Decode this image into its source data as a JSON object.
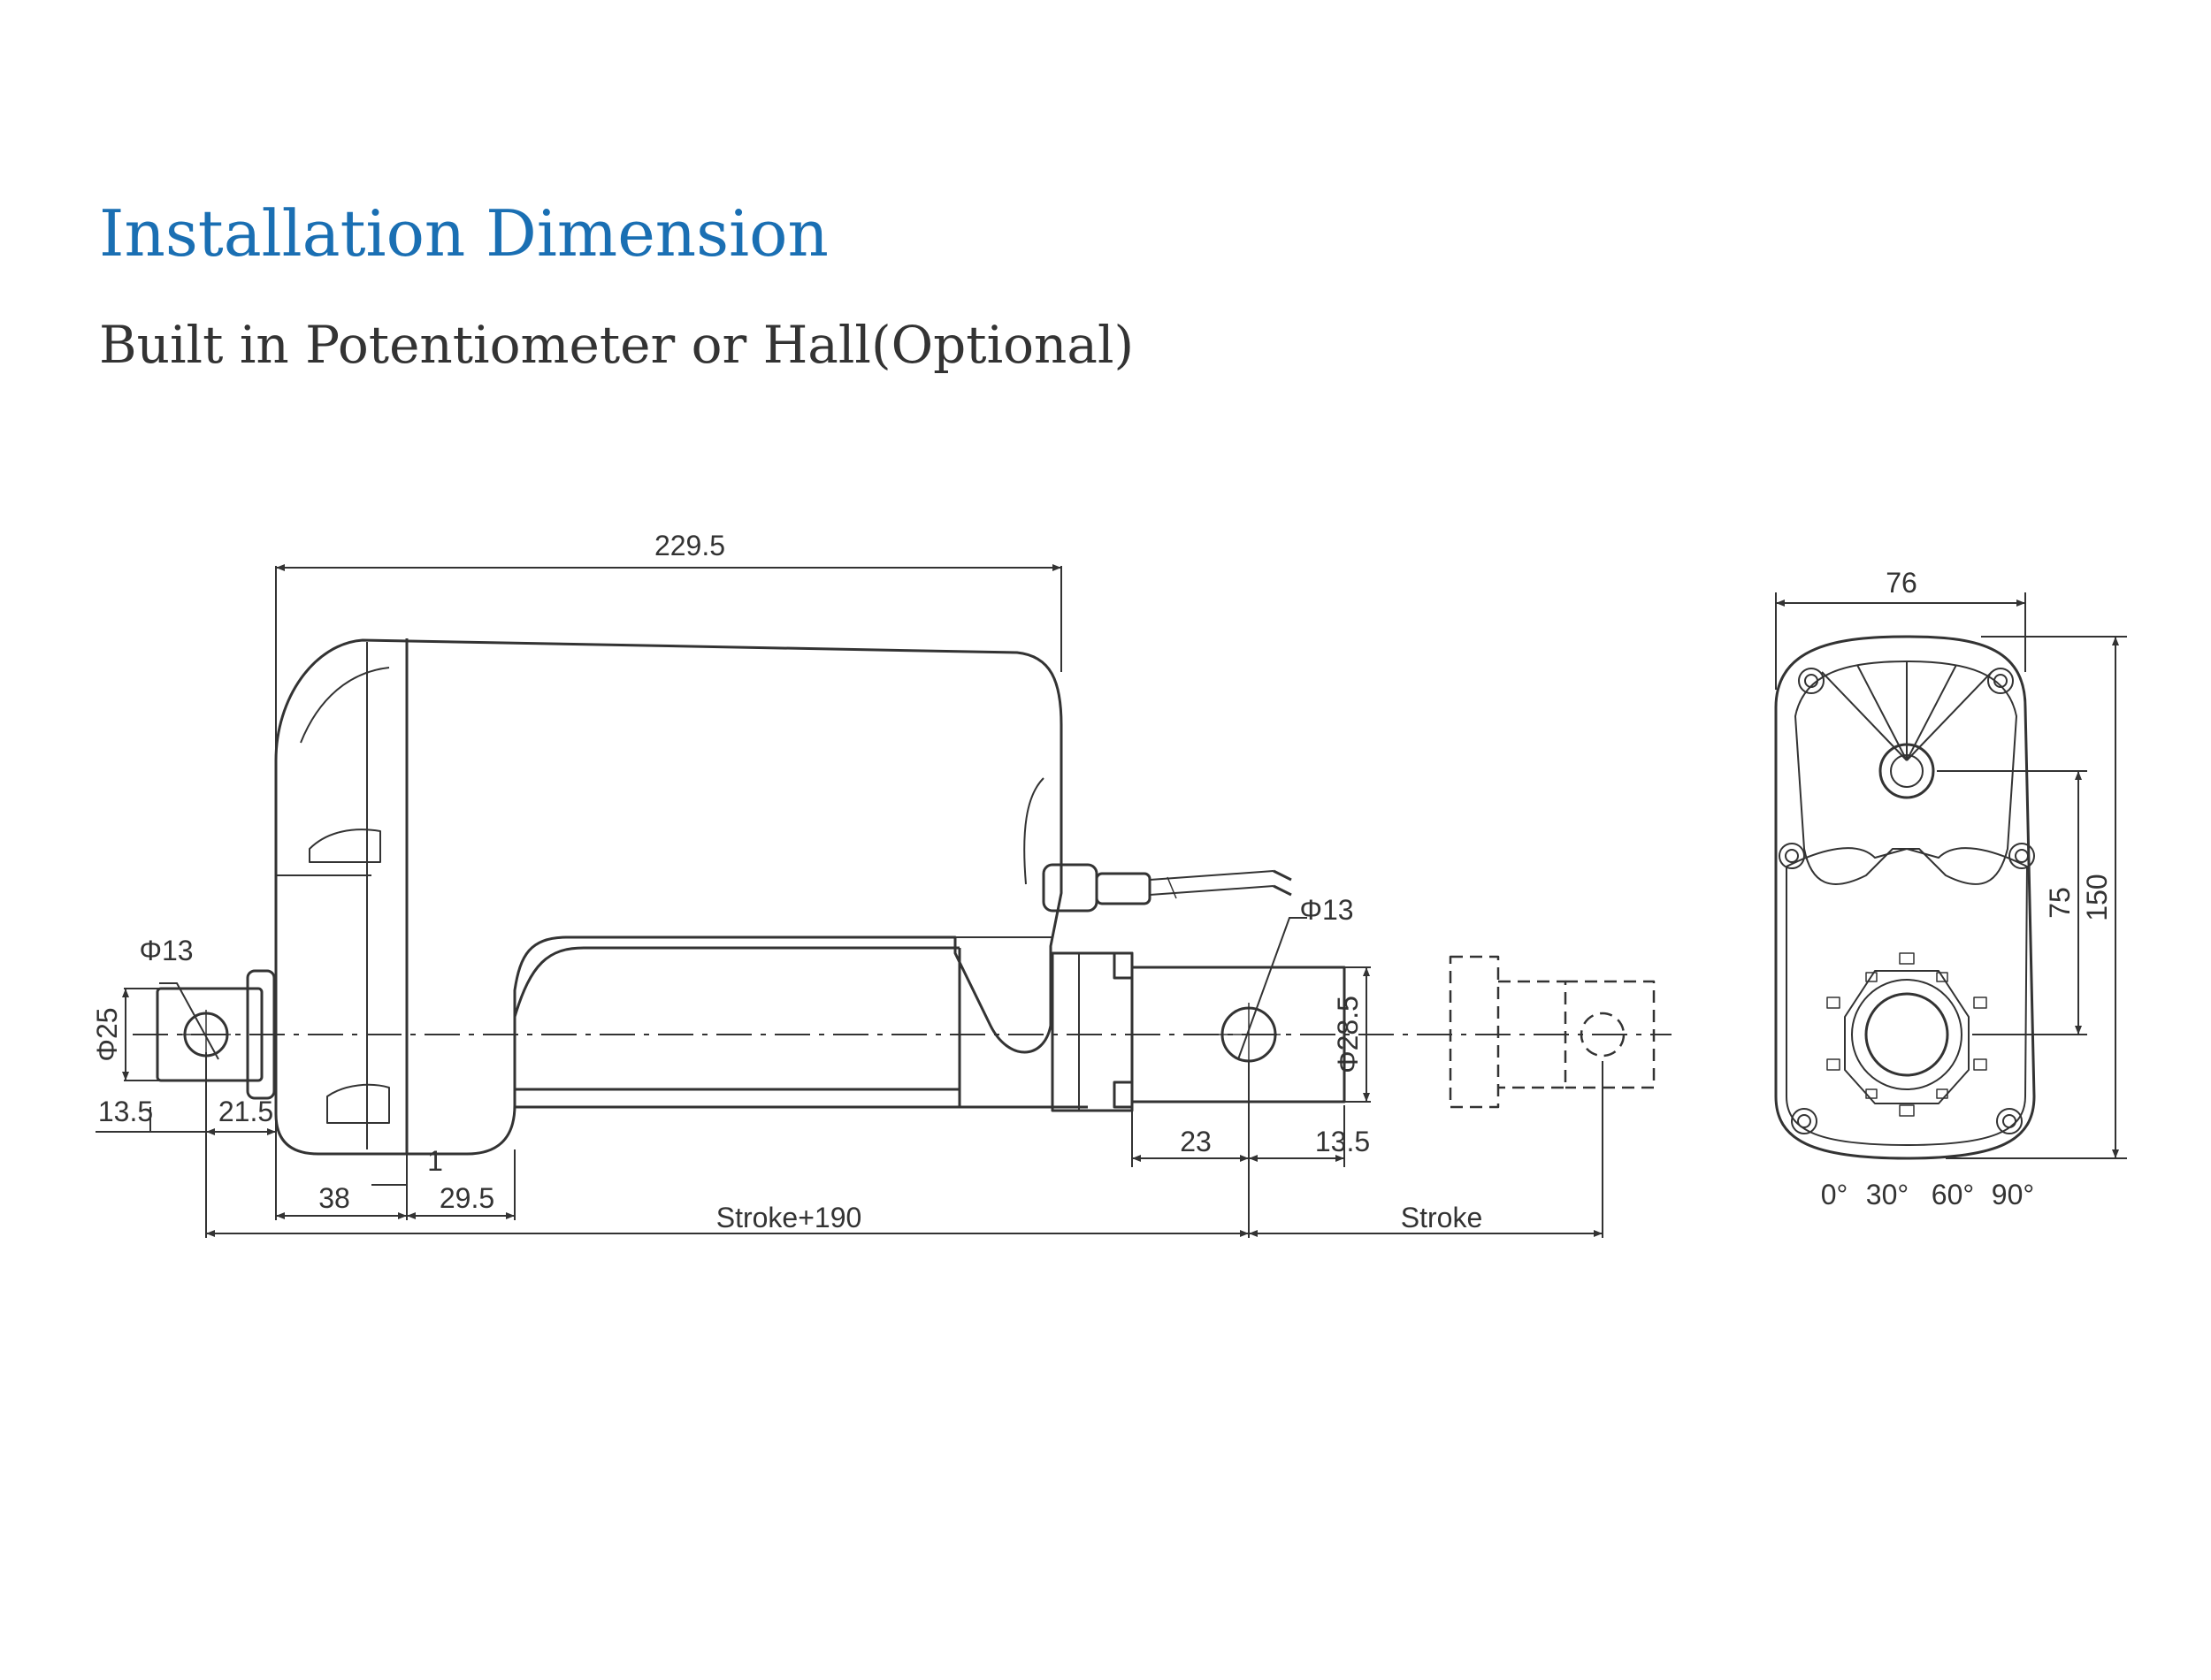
{
  "header": {
    "title": "Installation Dimension",
    "subtitle": "Built in Potentiometer or Hall(Optional)"
  },
  "side_view": {
    "overall_length": "229.5",
    "rear_hole_diameter": "Φ13",
    "rear_clevis_diameter": "Φ25",
    "rear_hole_to_end": "13.5",
    "rear_clevis_length": "21.5",
    "motor_offset": "38",
    "gap": "1",
    "housing_step": "29.5",
    "retracted_length": "Stroke+190",
    "stroke": "Stroke",
    "front_hole_diameter": "Φ13",
    "rod_end_diameter": "Φ28.5",
    "rod_end_length": "23",
    "front_hole_to_end": "13.5"
  },
  "end_view": {
    "width": "76",
    "height": "150",
    "center_height": "75",
    "angle_labels": [
      "0°",
      "30°",
      "60°",
      "90°"
    ]
  },
  "colors": {
    "title": "#1a6fb3",
    "subtitle": "#333333",
    "line": "#333333"
  }
}
